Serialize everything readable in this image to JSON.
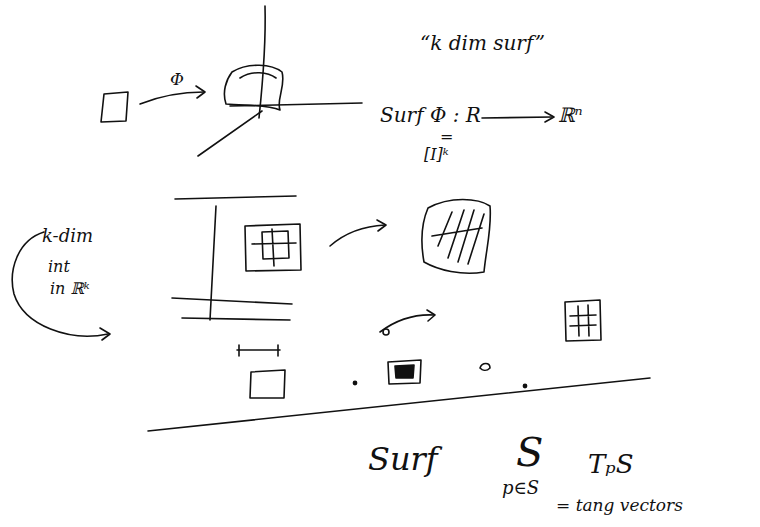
{
  "diagram": {
    "labels": [
      "Φ",
      "“k dim surf”",
      "Surf Φ : R",
      "ℝⁿ",
      "=",
      "[I]ᵏ",
      "k-dim",
      "int",
      "in ℝᵏ",
      "Surf",
      "S",
      "p∈S",
      "TₚS",
      "= tang vectors"
    ]
  }
}
